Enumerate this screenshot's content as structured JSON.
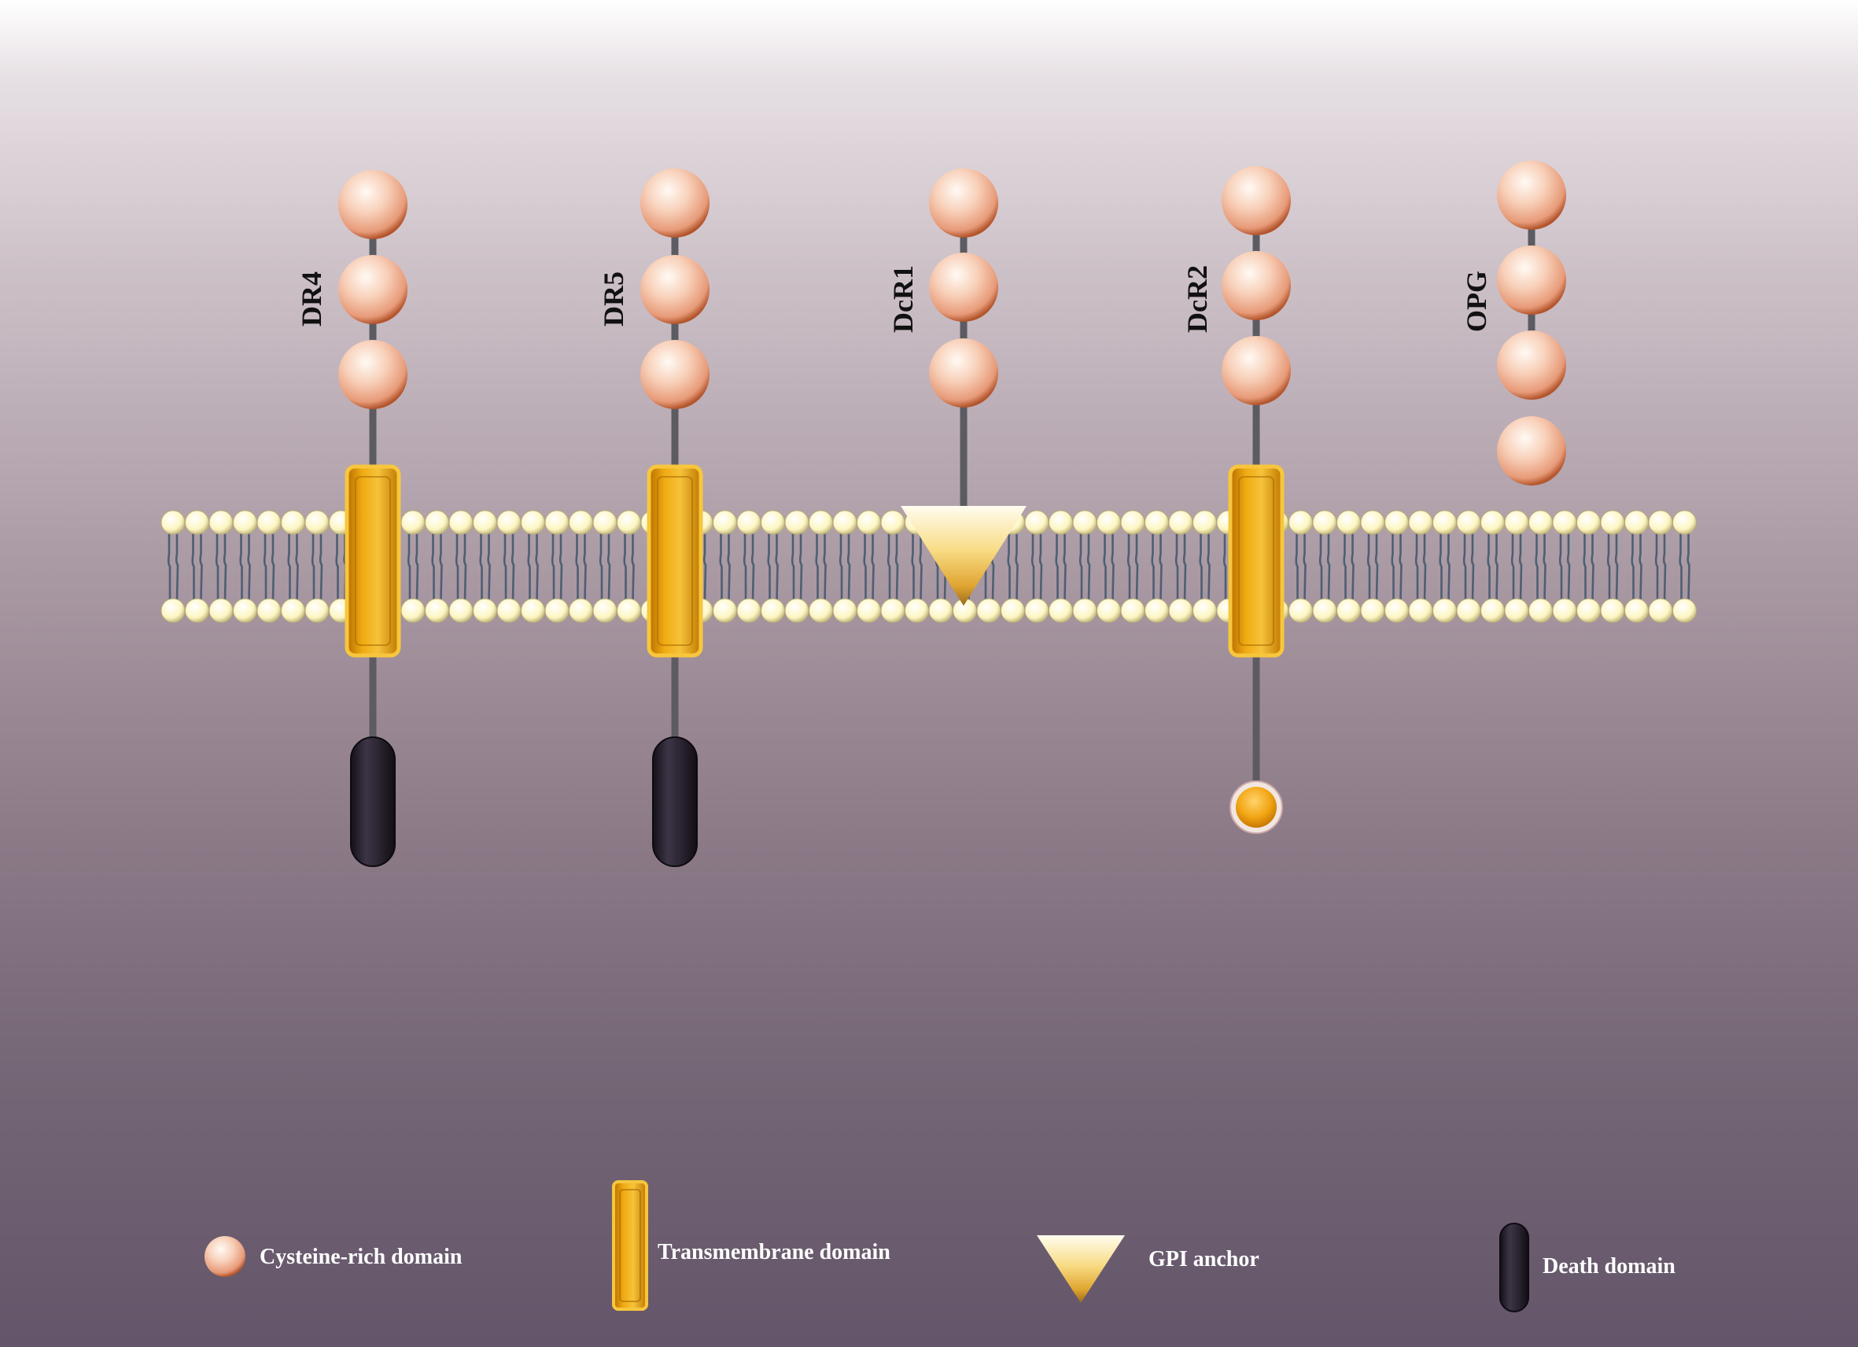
{
  "receptors": [
    {
      "name": "DR4",
      "crd_count": 3,
      "transmembrane": true,
      "gpi_anchor": false,
      "death_domain": true,
      "truncated_domain": false
    },
    {
      "name": "DR5",
      "crd_count": 3,
      "transmembrane": true,
      "gpi_anchor": false,
      "death_domain": true,
      "truncated_domain": false
    },
    {
      "name": "DcR1",
      "crd_count": 3,
      "transmembrane": false,
      "gpi_anchor": true,
      "death_domain": false,
      "truncated_domain": false
    },
    {
      "name": "DcR2",
      "crd_count": 3,
      "transmembrane": true,
      "gpi_anchor": false,
      "death_domain": false,
      "truncated_domain": true
    },
    {
      "name": "OPG",
      "crd_count": 4,
      "transmembrane": false,
      "gpi_anchor": false,
      "death_domain": false,
      "truncated_domain": false
    }
  ],
  "legend": {
    "cysteine": "Cysteine-rich domain",
    "transmembrane": "Transmembrane domain",
    "gpi": "GPI anchor",
    "death": "Death domain"
  },
  "colors": {
    "crd": "#f3b79a",
    "transmembrane": "#e9a20f",
    "gpi": "#f4d36a",
    "death_domain": "#2a2330",
    "lipid_head": "#fffbd2",
    "lipid_tail": "#4f5e73",
    "stalk": "#5c5b62"
  }
}
